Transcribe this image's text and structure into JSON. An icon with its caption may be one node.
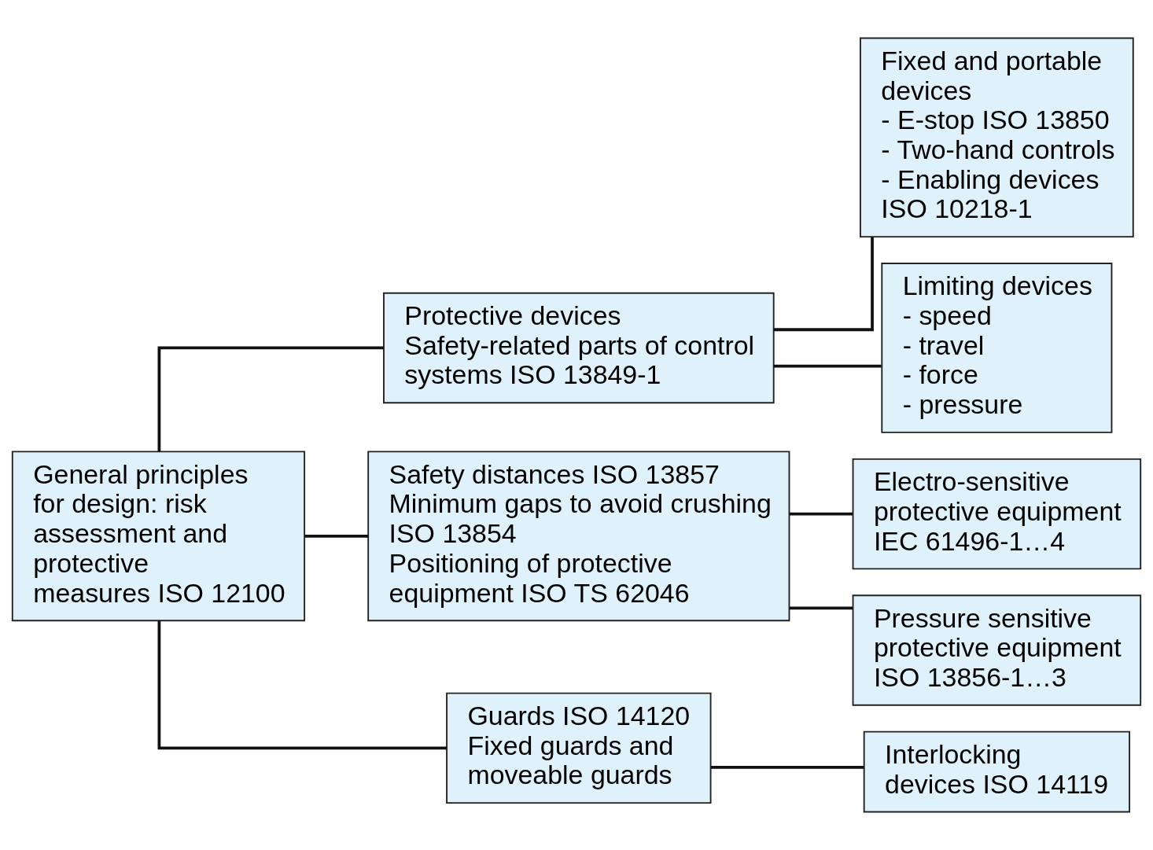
{
  "diagram": {
    "nodes": [
      {
        "text": [
          "General principles for design: risk assessment and protective measures ISO 12100"
        ]
      },
      {
        "text": [
          "Protective devices",
          "Safety-related parts of control systems ISO 13849-1"
        ]
      },
      {
        "text": [
          "Fixed and portable devices",
          "- E-stop ISO 13850",
          "- Two-hand controls",
          "- Enabling devices ISO 10218-1"
        ]
      },
      {
        "text": [
          "Limiting devices",
          "- speed",
          "- travel",
          "- force",
          "- pressure"
        ]
      },
      {
        "text": [
          "Safety distances ISO 13857",
          "Minimum gaps to avoid crushing ISO 13854",
          "Positioning of protective equipment ISO TS 62046"
        ]
      },
      {
        "text": [
          "Electro-sensitive protective equipment IEC 61496-1…4"
        ]
      },
      {
        "text": [
          "Pressure sensitive protective equipment ISO 13856-1…3"
        ]
      },
      {
        "text": [
          "Guards ISO 14120",
          "Fixed guards and moveable guards"
        ]
      },
      {
        "text": [
          "Interlocking devices ISO 14119"
        ]
      }
    ],
    "edges": [
      {
        "from": 0,
        "to": 1,
        "arrow": "none"
      },
      {
        "from": 0,
        "to": 4,
        "arrow": "none"
      },
      {
        "from": 0,
        "to": 7,
        "arrow": "none"
      },
      {
        "from": 1,
        "to": 2,
        "arrow": "none"
      },
      {
        "from": 1,
        "to": 3,
        "arrow": "none"
      },
      {
        "from": 4,
        "to": 5,
        "arrow": "none"
      },
      {
        "from": 4,
        "to": 6,
        "arrow": "none"
      },
      {
        "from": 7,
        "to": 8,
        "arrow": "none"
      }
    ]
  }
}
